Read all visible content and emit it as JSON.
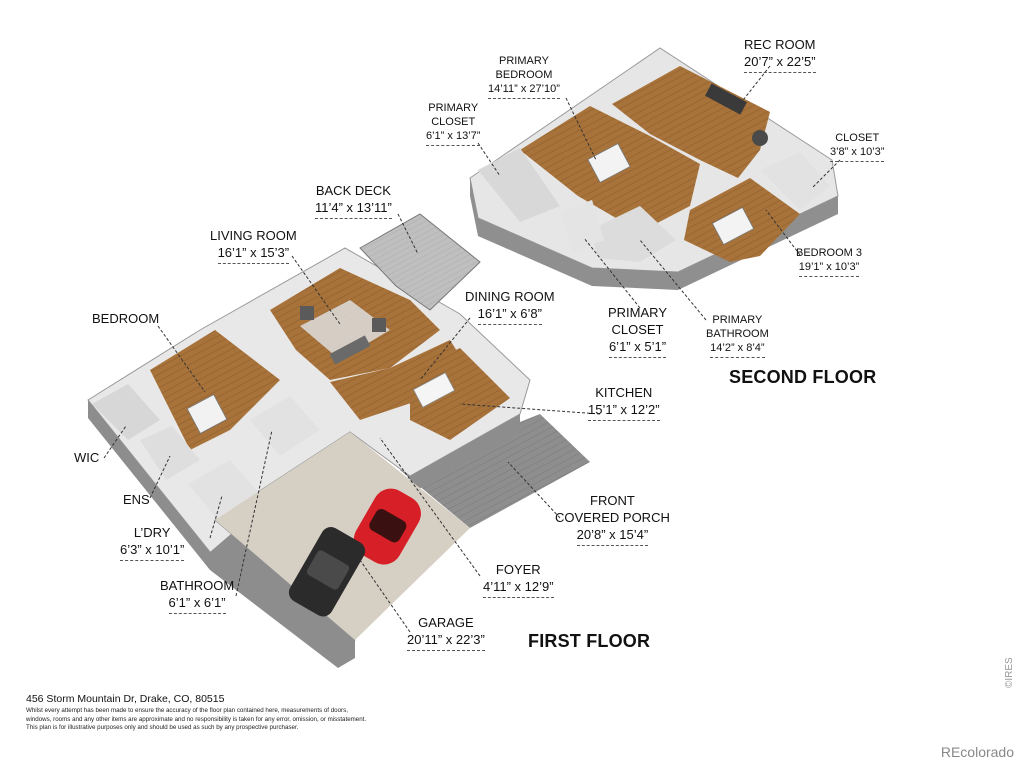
{
  "floors": {
    "second": "SECOND FLOOR",
    "first": "FIRST FLOOR"
  },
  "rooms": {
    "rec_room": {
      "name": "REC ROOM",
      "dim": "20’7” x 22’5”"
    },
    "primary_bedroom": {
      "name1": "PRIMARY",
      "name2": "BEDROOM",
      "dim": "14’11” x 27’10”"
    },
    "primary_closet_upper": {
      "name1": "PRIMARY",
      "name2": "CLOSET",
      "dim": "6’1” x 13’7”"
    },
    "closet": {
      "name": "CLOSET",
      "dim": "3’8” x 10’3”"
    },
    "bedroom3": {
      "name": "BEDROOM 3",
      "dim": "19’1” x 10’3”"
    },
    "primary_closet_lower": {
      "name1": "PRIMARY",
      "name2": "CLOSET",
      "dim": "6’1” x 5’1”"
    },
    "primary_bathroom": {
      "name1": "PRIMARY",
      "name2": "BATHROOM",
      "dim": "14’2” x 8’4”"
    },
    "back_deck": {
      "name": "BACK DECK",
      "dim": "11’4” x 13’11”"
    },
    "living_room": {
      "name": "LIVING ROOM",
      "dim": "16’1” x 15’3”"
    },
    "dining_room": {
      "name": "DINING ROOM",
      "dim": "16’1” x 6’8”"
    },
    "bedroom": {
      "name": "BEDROOM"
    },
    "kitchen": {
      "name": "KITCHEN",
      "dim": "15’1” x 12’2”"
    },
    "wic": {
      "name": "WIC"
    },
    "ens": {
      "name": "ENS"
    },
    "laundry": {
      "name": "L’DRY",
      "dim": "6’3” x 10’1”"
    },
    "front_porch": {
      "name1": "FRONT",
      "name2": "COVERED PORCH",
      "dim": "20’8” x 15’4”"
    },
    "bathroom": {
      "name": "BATHROOM",
      "dim": "6’1” x 6’1”"
    },
    "foyer": {
      "name": "FOYER",
      "dim": "4’11” x 12’9”"
    },
    "garage": {
      "name": "GARAGE",
      "dim": "20’11” x 22’3”"
    }
  },
  "footer": {
    "address": "456 Storm Mountain Dr, Drake, CO, 80515",
    "disclaimer1": "Whilst every attempt has been made to ensure the accuracy of the floor plan contained here, measurements of doors,",
    "disclaimer2": "windows, rooms and any other items are approximate and no responsibility is taken for any error, omission, or misstatement.",
    "disclaimer3": "This plan is for illustrative purposes only and should be used as such by any prospective purchaser."
  },
  "brand": "REcolorado",
  "watermark": "©IRES",
  "colors": {
    "floor_wood": "#a8733a",
    "wall": "#ececec",
    "wall_shade": "#8a8a8a",
    "tile": "#d9d9d9",
    "porch": "#8c8c8c",
    "car_red": "#d61f26",
    "car_dark": "#2b2b2b"
  }
}
